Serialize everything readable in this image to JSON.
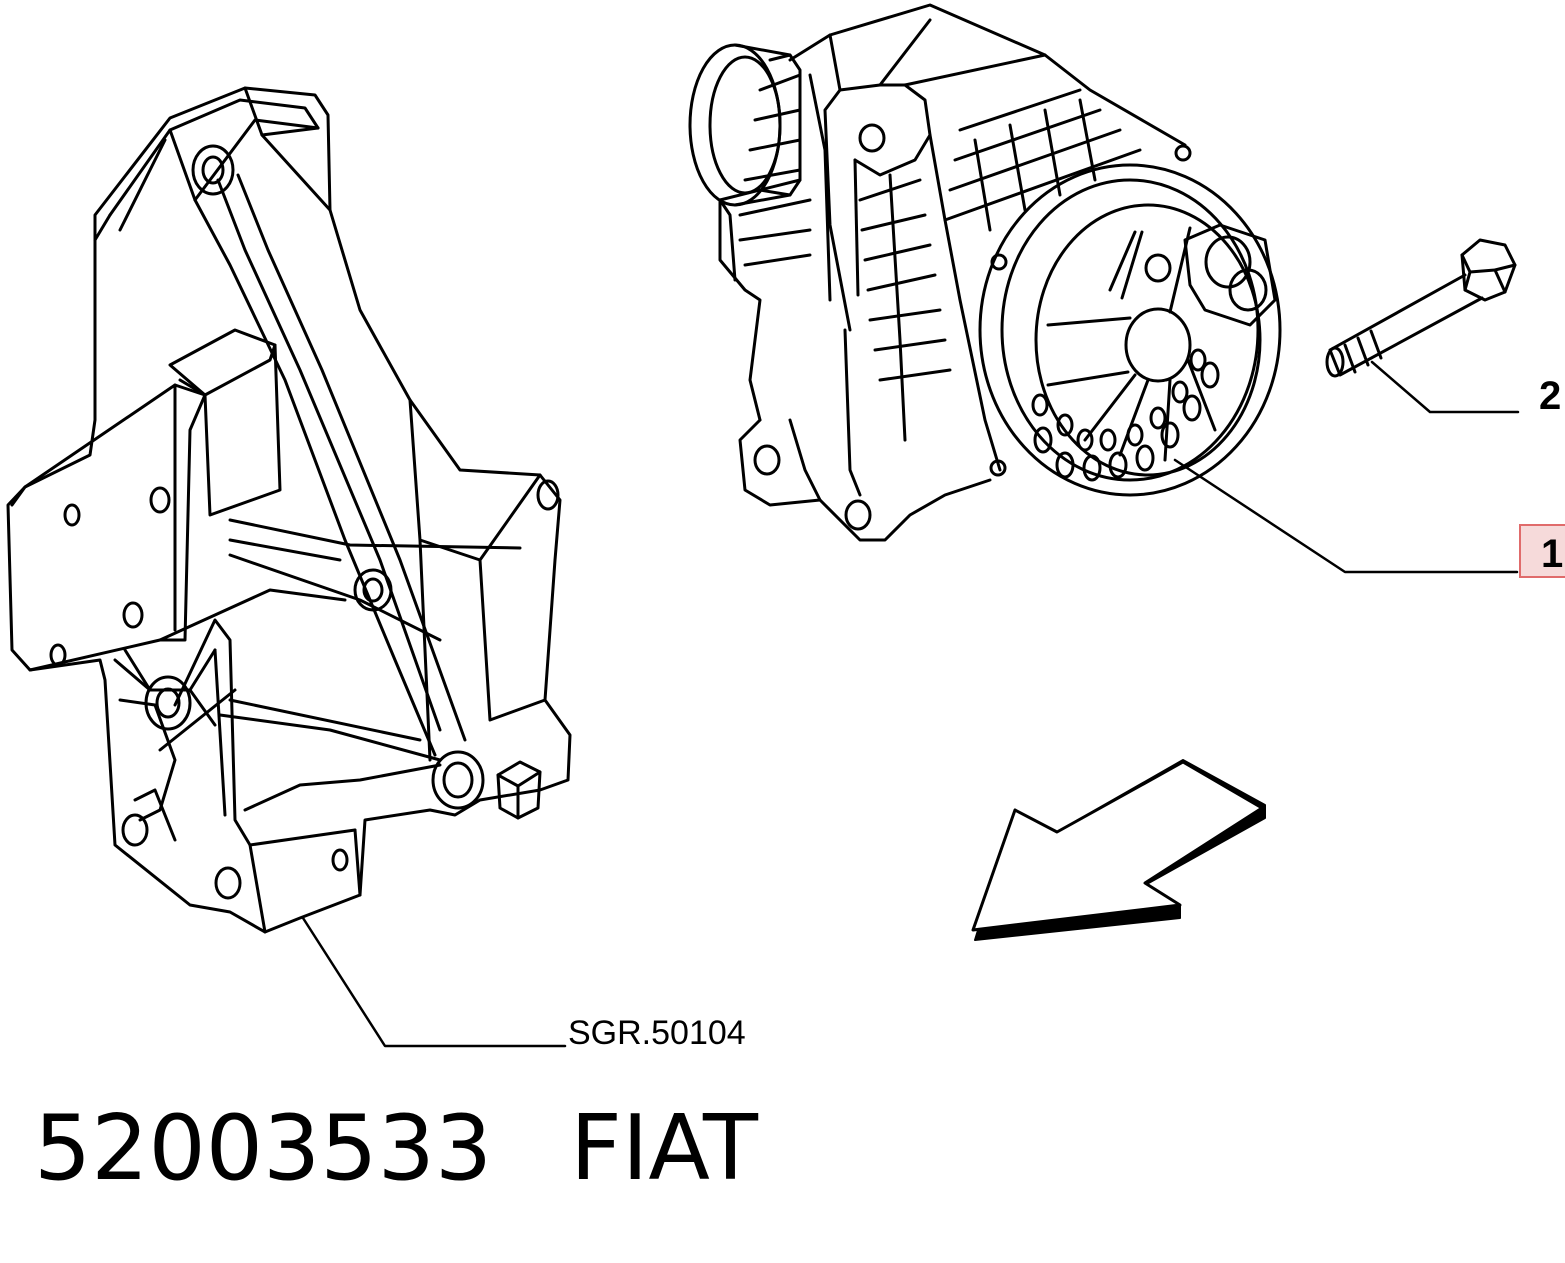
{
  "diagram": {
    "callouts": [
      {
        "label": "2",
        "part": "bolt",
        "highlighted": false
      },
      {
        "label": "1",
        "part": "alternator",
        "highlighted": true
      }
    ],
    "reference_label": "SGR.50104",
    "part_number": "52003533",
    "brand": "FIAT",
    "highlight_color": "#f6dada",
    "highlight_border": "#e06b6b"
  }
}
